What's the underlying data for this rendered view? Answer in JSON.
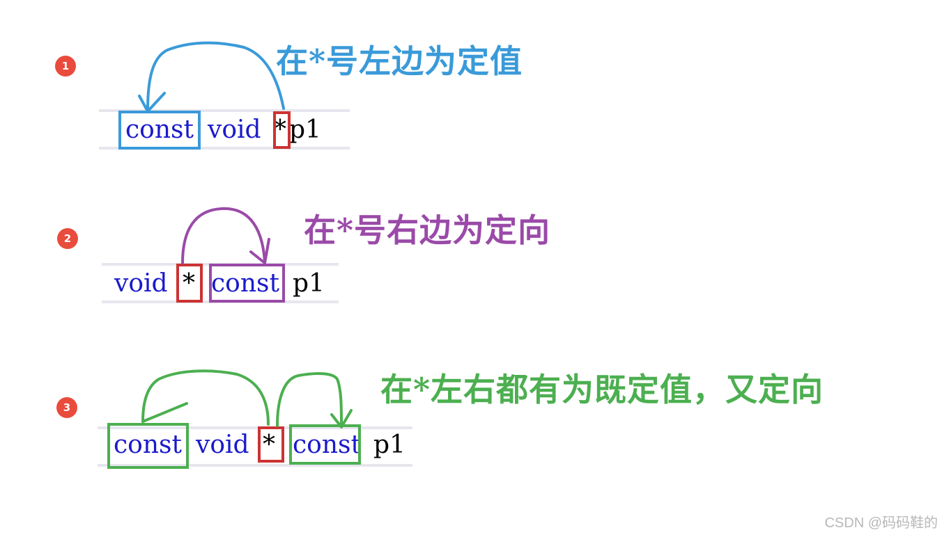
{
  "colors": {
    "blue": "#3a9ad9",
    "purple": "#9a4aa8",
    "green": "#4caf50",
    "red": "#cc3333",
    "badge": "#e94b3c",
    "keyword": "#1a1acc"
  },
  "examples": [
    {
      "badge": "1",
      "caption": "在*号左边为定值",
      "tokens": {
        "t1": "const",
        "t2": "void",
        "t3": "*",
        "t4": "p1"
      }
    },
    {
      "badge": "2",
      "caption": "在*号右边为定向",
      "tokens": {
        "t1": "void",
        "t2": "*",
        "t3": "const",
        "t4": "p1"
      }
    },
    {
      "badge": "3",
      "caption": "在*左右都有为既定值，又定向",
      "tokens": {
        "t1": "const",
        "t2": "void",
        "t3": "*",
        "t4": "const",
        "t5": "p1"
      }
    }
  ],
  "watermark": "CSDN @码码鞋的"
}
